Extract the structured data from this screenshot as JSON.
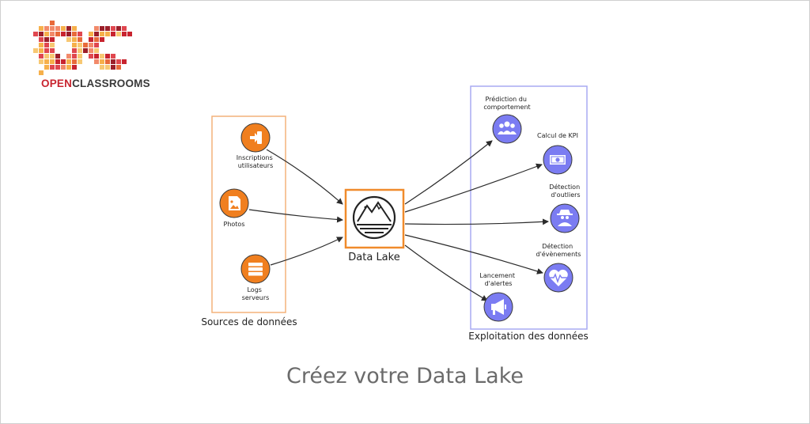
{
  "logo": {
    "brand_open": "OPEN",
    "brand_rest": "CLASSROOMS",
    "monogram": "OC"
  },
  "sources": {
    "title": "Sources de données",
    "items": [
      {
        "label_lines": [
          "Inscriptions",
          "utilisateurs"
        ],
        "icon": "sign-in-icon"
      },
      {
        "label_lines": [
          "Photos"
        ],
        "icon": "image-file-icon"
      },
      {
        "label_lines": [
          "Logs",
          "serveurs"
        ],
        "icon": "server-icon"
      }
    ]
  },
  "lake": {
    "label": "Data Lake",
    "icon": "mountain-lake-icon"
  },
  "uses": {
    "title": "Exploitation des données",
    "items": [
      {
        "label_lines": [
          "Prédiction du",
          "comportement"
        ],
        "icon": "users-group-icon"
      },
      {
        "label_lines": [
          "Calcul de KPI"
        ],
        "icon": "money-bill-icon"
      },
      {
        "label_lines": [
          "Détection",
          "d'outliers"
        ],
        "icon": "user-secret-icon"
      },
      {
        "label_lines": [
          "Détection",
          "d'évènements"
        ],
        "icon": "heartbeat-icon"
      },
      {
        "label_lines": [
          "Lancement",
          "d'alertes"
        ],
        "icon": "megaphone-icon"
      }
    ]
  },
  "caption": "Créez votre Data Lake",
  "colors": {
    "source_orange": "#f07f1f",
    "use_purple": "#7b7cf2",
    "box_purple": "#a9aaf2",
    "arrow": "#2b2b2b",
    "caption_gray": "#6b6b6b",
    "logo_red": "#c8242f"
  }
}
